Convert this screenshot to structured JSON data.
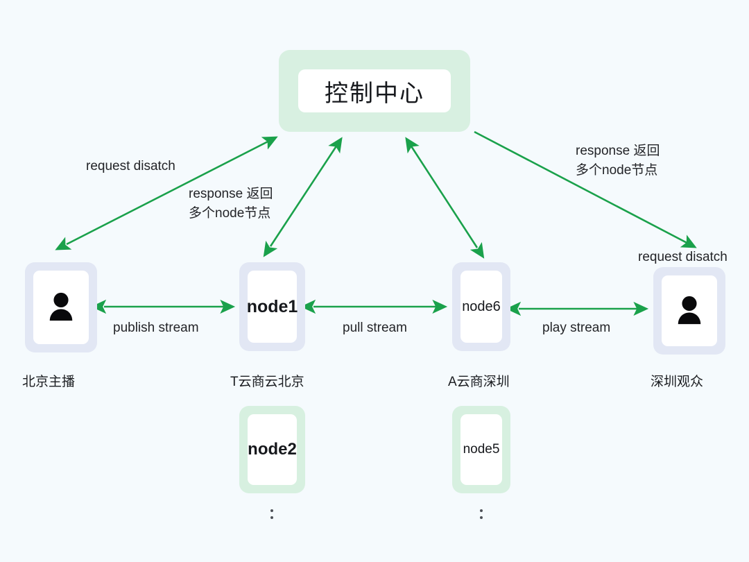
{
  "diagram": {
    "background_color": "#f5fafd",
    "arrow_color": "#1aa14b",
    "lavender_color": "#e2e7f4",
    "green_color": "#d8f0e1",
    "control_center": {
      "label": "控制中心"
    },
    "nodes": [
      {
        "id": "host",
        "label": "",
        "icon": "person-icon",
        "caption": "北京主播",
        "style": "lavender"
      },
      {
        "id": "node1",
        "label": "node1",
        "icon": "",
        "caption": "T云商云北京",
        "style": "lavender"
      },
      {
        "id": "node6",
        "label": "node6",
        "icon": "",
        "caption": "A云商深圳",
        "style": "lavender"
      },
      {
        "id": "viewer",
        "label": "",
        "icon": "person-icon",
        "caption": "深圳观众",
        "style": "lavender"
      },
      {
        "id": "node2",
        "label": "node2",
        "icon": "",
        "caption": "",
        "style": "green"
      },
      {
        "id": "node5",
        "label": "node5",
        "icon": "",
        "caption": "",
        "style": "green"
      }
    ],
    "edges": [
      {
        "id": "publish",
        "label": "publish stream",
        "from": "host",
        "to": "node1",
        "heads": "both"
      },
      {
        "id": "pull",
        "label": "pull stream",
        "from": "node1",
        "to": "node6",
        "heads": "both"
      },
      {
        "id": "play",
        "label": "play stream",
        "from": "node6",
        "to": "viewer",
        "heads": "both"
      },
      {
        "id": "req-left",
        "label": "request disatch",
        "from": "host",
        "to": "control-center",
        "heads": "both"
      },
      {
        "id": "resp-left",
        "label": "response 返回\n多个node节点",
        "from": "control-center",
        "to": "node1",
        "heads": "both"
      },
      {
        "id": "resp-right",
        "label": "response 返回\n多个node节点",
        "from": "control-center",
        "to": "viewer",
        "heads": "end"
      },
      {
        "id": "req-right",
        "label": "request disatch",
        "from": "node6",
        "to": "control-center",
        "heads": "both"
      }
    ],
    "labels": {
      "publish_stream": "publish stream",
      "pull_stream": "pull stream",
      "play_stream": "play stream",
      "request_disatch_left": "request disatch",
      "response_left_line1": "response 返回",
      "response_left_line2": "多个node节点",
      "response_right_line1": "response 返回",
      "response_right_line2": "多个node节点",
      "request_disatch_right": "request disatch"
    },
    "ellipsis": {
      "symbol": "⋮",
      "count": 2
    }
  }
}
